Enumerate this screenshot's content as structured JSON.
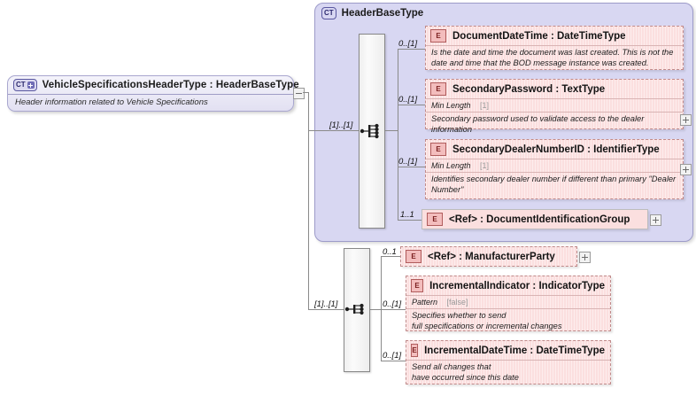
{
  "diagram": {
    "type": "xsd-schema-diagram",
    "root": {
      "badge": "CT",
      "expander": "plus",
      "title": "VehicleSpecificationsHeaderType : HeaderBaseType",
      "annotation": "Header information related to Vehicle Specifications"
    },
    "group": {
      "badge": "CT",
      "title": "HeaderBaseType"
    },
    "sequences": [
      {
        "name": "header-base-sequence",
        "cardinality": "[1]..[1]",
        "branches": 4
      },
      {
        "name": "extension-sequence",
        "cardinality": "[1]..[1]",
        "branches": 3
      }
    ],
    "elements": [
      {
        "badge": "E",
        "name": "DocumentDateTime : DateTimeType",
        "cardinality": "0..[1]",
        "facet": null,
        "annotation": "Is the date and time the document was last created. This is not the date and time that the BOD message instance was created.",
        "expander": false
      },
      {
        "badge": "E",
        "name": "SecondaryPassword : TextType",
        "cardinality": "0..[1]",
        "facet": {
          "label": "Min Length",
          "value": "[1]"
        },
        "annotation": "Secondary password used to validate access to the dealer information",
        "expander": true
      },
      {
        "badge": "E",
        "name": "SecondaryDealerNumberID : IdentifierType",
        "cardinality": "0..[1]",
        "facet": {
          "label": "Min Length",
          "value": "[1]"
        },
        "annotation": "Identifies secondary dealer number if different than primary \"Dealer Number\"",
        "expander": true
      },
      {
        "badge": "E",
        "name": "<Ref>        : DocumentIdentificationGroup",
        "cardinality": "1..1",
        "facet": null,
        "annotation": null,
        "expander": true
      },
      {
        "badge": "E",
        "name": "<Ref>        : ManufacturerParty",
        "cardinality": "0..1",
        "facet": null,
        "annotation": null,
        "expander": true
      },
      {
        "badge": "E",
        "name": "IncrementalIndicator : IndicatorType",
        "cardinality": "0..[1]",
        "facet": {
          "label": "Pattern",
          "value": "[false]"
        },
        "annotation": "Specifies whether to send\nfull specifications or incremental changes",
        "expander": false
      },
      {
        "badge": "E",
        "name": "IncrementalDateTime : DateTimeType",
        "cardinality": "0..[1]",
        "facet": null,
        "annotation": "Send all changes that\nhave occurred since this date",
        "expander": false
      }
    ],
    "colors": {
      "element_fill": "#fbdfdf",
      "element_badge": "#f3bdbd",
      "group_fill": "#d8d7f2",
      "root_fill": "#ecebf7",
      "connector": "#8a8a8a"
    }
  }
}
